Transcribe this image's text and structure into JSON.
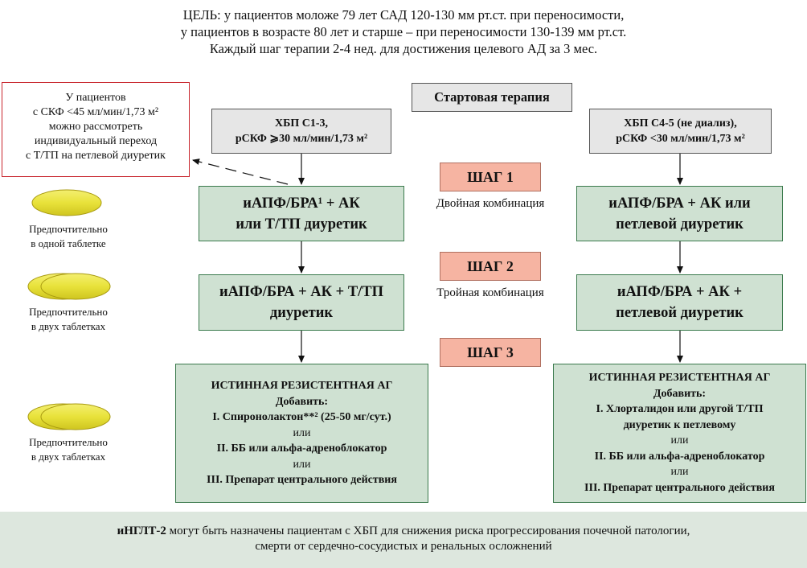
{
  "goal": {
    "line1": "ЦЕЛЬ: у пациентов моложе 79 лет САД 120-130 мм рт.ст. при переносимости,",
    "line2": "у пациентов в возрасте 80 лет и старше – при переносимости 130-139 мм рт.ст.",
    "line3": "Каждый шаг терапии 2-4 нед. для достижения целевого АД за 3 мес."
  },
  "note": {
    "line1": "У пациентов",
    "line2": "с СКФ <45 мл/мин/1,73 м²",
    "line3": "можно рассмотреть",
    "line4": "индивидуальный переход",
    "line5": "с Т/ТП на петлевой диуретик"
  },
  "start_label": "Стартовая терапия",
  "ckd_early": {
    "line1": "ХБП С1-3,",
    "line2": "рСКФ ⩾30 мл/мин/1,73 м²"
  },
  "ckd_late": {
    "line1": "ХБП С4-5 (не диализ),",
    "line2": "рСКФ <30 мл/мин/1,73 м²"
  },
  "steps": {
    "step1": "ШАГ 1",
    "step2": "ШАГ 2",
    "step3": "ШАГ 3",
    "combo1": "Двойная комбинация",
    "combo2": "Тройная комбинация"
  },
  "left": {
    "s1_line1": "иАПФ/БРА¹ + АК",
    "s1_line2": "или Т/ТП диуретик",
    "s2_line1": "иАПФ/БРА + АК + Т/ТП",
    "s2_line2": "диуретик",
    "s3": {
      "title": "ИСТИННАЯ РЕЗИСТЕНТНАЯ АГ",
      "add": "Добавить:",
      "opt1": "I. Спиронолактон**² (25-50 мг/сут.)",
      "or1": "или",
      "opt2": "II. ББ или альфа-адреноблокатор",
      "or2": "или",
      "opt3": "III. Препарат центрального действия"
    }
  },
  "right": {
    "s1_line1": "иАПФ/БРА + АК или",
    "s1_line2": "петлевой диуретик",
    "s2_line1": "иАПФ/БРА + АК +",
    "s2_line2": "петлевой диуретик",
    "s3": {
      "title": "ИСТИННАЯ РЕЗИСТЕНТНАЯ АГ",
      "add": "Добавить:",
      "opt1a": "I. Хлорталидон или другой Т/ТП",
      "opt1b": "диуретик к петлевому",
      "or1": "или",
      "opt2": "II. ББ или альфа-адреноблокатор",
      "or2": "или",
      "opt3": "III. Препарат центрального действия"
    }
  },
  "pills": {
    "one_line1": "Предпочтительно",
    "one_line2": "в одной таблетке",
    "two_line1": "Предпочтительно",
    "two_line2": "в двух таблетках",
    "three_line1": "Предпочтительно",
    "three_line2": "в двух таблетках",
    "color": "#e8e23a"
  },
  "footer": {
    "bold": "иНГЛТ-2",
    "line1_rest": " могут быть назначены пациентам с ХБП для снижения риска прогрессирования почечной патологии,",
    "line2": "смерти от сердечно-сосудистых и ренальных осложнений"
  }
}
